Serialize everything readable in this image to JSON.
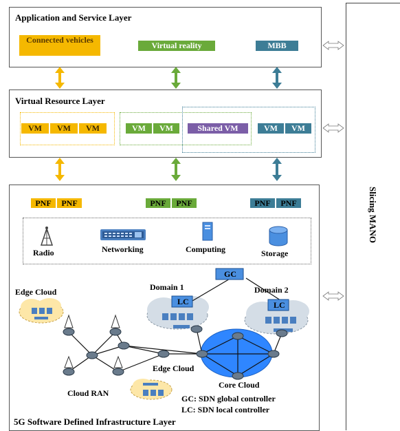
{
  "mano": {
    "label": "Slicing MANO"
  },
  "application_layer": {
    "title": "Application and Service Layer",
    "services": [
      {
        "label": "Connected vehicles",
        "color": "#f5b800"
      },
      {
        "label": "Virtual reality",
        "color": "#6aaa3a"
      },
      {
        "label": "MBB",
        "color": "#3d7d96"
      }
    ]
  },
  "virtual_layer": {
    "title": "Virtual Resource Layer",
    "vm_label": "VM",
    "shared_vm_label": "Shared VM",
    "colors": {
      "yellow": "#f5b800",
      "green": "#6aaa3a",
      "purple": "#7b5ea7",
      "teal": "#3d7d96"
    }
  },
  "infrastructure_layer": {
    "title": "5G Software Defined Infrastructure Layer",
    "pnf_label": "PNF",
    "resources": {
      "radio": "Radio",
      "networking": "Networking",
      "computing": "Computing",
      "storage": "Storage"
    },
    "network": {
      "gc": "GC",
      "lc": "LC",
      "domain1": "Domain 1",
      "domain2": "Domain 2",
      "edge_cloud_top": "Edge Cloud",
      "edge_cloud_mid": "Edge Cloud",
      "cloud_ran": "Cloud RAN",
      "core_cloud": "Core Cloud",
      "legend_gc": "GC: SDN global controller",
      "legend_lc": "LC: SDN local controller"
    }
  }
}
